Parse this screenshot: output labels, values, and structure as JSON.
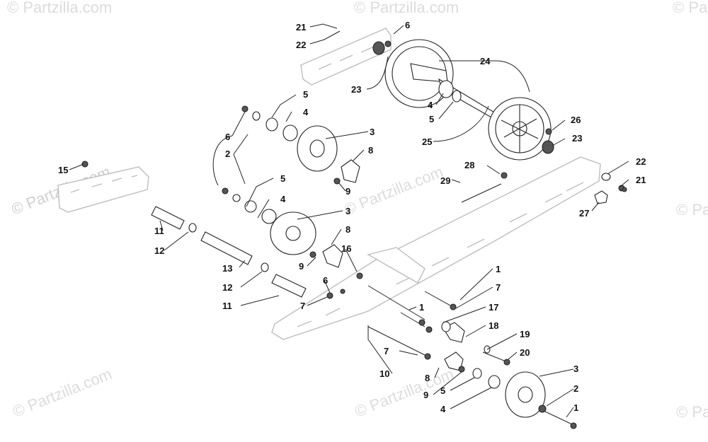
{
  "watermark": {
    "text": "© Partzilla.com"
  },
  "callouts": [
    {
      "id": "c21a",
      "label": "21"
    },
    {
      "id": "c22a",
      "label": "22"
    },
    {
      "id": "c6a",
      "label": "6"
    },
    {
      "id": "c24",
      "label": "24"
    },
    {
      "id": "c23a",
      "label": "23"
    },
    {
      "id": "c4a",
      "label": "4"
    },
    {
      "id": "c5a",
      "label": "5"
    },
    {
      "id": "c25",
      "label": "25"
    },
    {
      "id": "c26",
      "label": "26"
    },
    {
      "id": "c23b",
      "label": "23"
    },
    {
      "id": "c5b",
      "label": "5"
    },
    {
      "id": "c4b",
      "label": "4"
    },
    {
      "id": "c6b",
      "label": "6"
    },
    {
      "id": "c2a",
      "label": "2"
    },
    {
      "id": "c3a",
      "label": "3"
    },
    {
      "id": "c8a",
      "label": "8"
    },
    {
      "id": "c9a",
      "label": "9"
    },
    {
      "id": "c22b",
      "label": "22"
    },
    {
      "id": "c21b",
      "label": "21"
    },
    {
      "id": "c28",
      "label": "28"
    },
    {
      "id": "c29",
      "label": "29"
    },
    {
      "id": "c27",
      "label": "27"
    },
    {
      "id": "c15",
      "label": "15"
    },
    {
      "id": "c5c",
      "label": "5"
    },
    {
      "id": "c4c",
      "label": "4"
    },
    {
      "id": "c3b",
      "label": "3"
    },
    {
      "id": "c8b",
      "label": "8"
    },
    {
      "id": "c11a",
      "label": "11"
    },
    {
      "id": "c12a",
      "label": "12"
    },
    {
      "id": "c16",
      "label": "16"
    },
    {
      "id": "c9b",
      "label": "9"
    },
    {
      "id": "c13",
      "label": "13"
    },
    {
      "id": "c12b",
      "label": "12"
    },
    {
      "id": "c11b",
      "label": "11"
    },
    {
      "id": "c6c",
      "label": "6"
    },
    {
      "id": "c7a",
      "label": "7"
    },
    {
      "id": "c1a",
      "label": "1"
    },
    {
      "id": "c7b",
      "label": "7"
    },
    {
      "id": "c1b",
      "label": "1"
    },
    {
      "id": "c17",
      "label": "17"
    },
    {
      "id": "c18",
      "label": "18"
    },
    {
      "id": "c19",
      "label": "19"
    },
    {
      "id": "c20",
      "label": "20"
    },
    {
      "id": "c7c",
      "label": "7"
    },
    {
      "id": "c10",
      "label": "10"
    },
    {
      "id": "c8c",
      "label": "8"
    },
    {
      "id": "c9c",
      "label": "9"
    },
    {
      "id": "c5d",
      "label": "5"
    },
    {
      "id": "c4d",
      "label": "4"
    },
    {
      "id": "c3c",
      "label": "3"
    },
    {
      "id": "c2b",
      "label": "2"
    },
    {
      "id": "c1c",
      "label": "1"
    }
  ]
}
